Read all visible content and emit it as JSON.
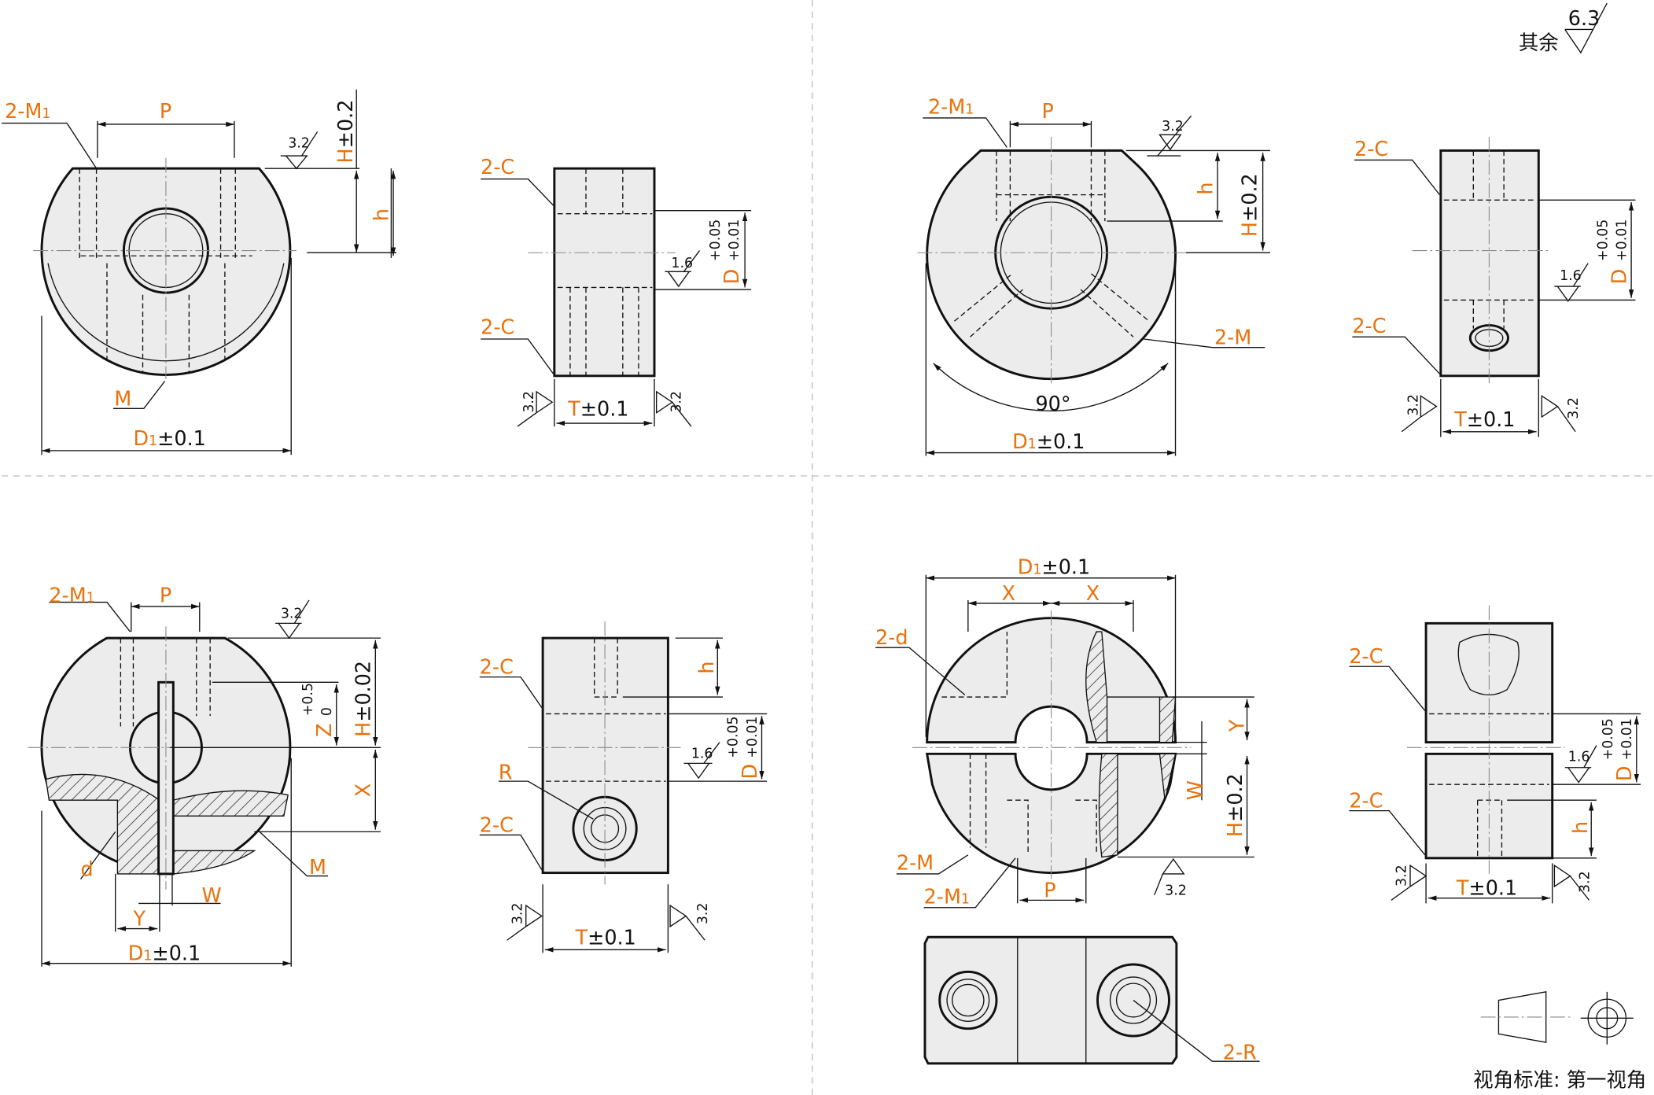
{
  "general": {
    "other_label": "其余",
    "roughness": "6.3",
    "projection_label": "视角标准: 第一视角"
  },
  "colors": {
    "accent": "#e8720c",
    "part_fill": "#ececec"
  },
  "q1": {
    "m1": "2-M",
    "m1_sub": "1",
    "p": "P",
    "h_cap": "H",
    "h_tol": "±0.2",
    "h": "h",
    "r32": "3.2",
    "m": "M",
    "d1": "D",
    "d1_sub": "1",
    "d1_tol": "±0.1",
    "c_top": "2-C",
    "c_bot": "2-C",
    "r16": "1.6",
    "d": "D",
    "d_tol_up": "+0.05",
    "d_tol_lo": "+0.01",
    "r32a": "3.2",
    "r32b": "3.2",
    "t": "T",
    "t_tol": "±0.1"
  },
  "q2": {
    "m1": "2-M",
    "m1_sub": "1",
    "p": "P",
    "r32": "3.2",
    "h": "h",
    "h_cap": "H",
    "h_tol": "±0.2",
    "m": "2-M",
    "angle": "90°",
    "d1": "D",
    "d1_sub": "1",
    "d1_tol": "±0.1",
    "c_top": "2-C",
    "c_bot": "2-C",
    "r16": "1.6",
    "d": "D",
    "d_tol_up": "+0.05",
    "d_tol_lo": "+0.01",
    "r32a": "3.2",
    "r32b": "3.2",
    "t": "T",
    "t_tol": "±0.1"
  },
  "q3": {
    "m1": "2-M",
    "m1_sub": "1",
    "p": "P",
    "r32": "3.2",
    "z": "Z",
    "z_tol_up": "+0.5",
    "z_tol_lo": "0",
    "h_cap": "H",
    "h_tol": "±0.02",
    "x": "X",
    "m": "M",
    "d": "d",
    "w": "W",
    "y": "Y",
    "d1": "D",
    "d1_sub": "1",
    "d1_tol": "±0.1",
    "c_top": "2-C",
    "r": "R",
    "c_bot": "2-C",
    "r16": "1.6",
    "dd": "D",
    "d_tol_up": "+0.05",
    "d_tol_lo": "+0.01",
    "h": "h",
    "r32a": "3.2",
    "r32b": "3.2",
    "t": "T",
    "t_tol": "±0.1"
  },
  "q4": {
    "d1": "D",
    "d1_sub": "1",
    "d1_tol": "±0.1",
    "x1": "X",
    "x2": "X",
    "dd": "2-d",
    "y": "Y",
    "w": "W",
    "h_cap": "H",
    "h_tol": "±0.2",
    "r32": "3.2",
    "m": "2-M",
    "m1": "2-M",
    "m1_sub": "1",
    "p": "P",
    "r": "2-R",
    "c_top": "2-C",
    "c_bot": "2-C",
    "r16": "1.6",
    "d": "D",
    "d_tol_up": "+0.05",
    "d_tol_lo": "+0.01",
    "h": "h",
    "r32a": "3.2",
    "r32b": "3.2",
    "t": "T",
    "t_tol": "±0.1"
  }
}
